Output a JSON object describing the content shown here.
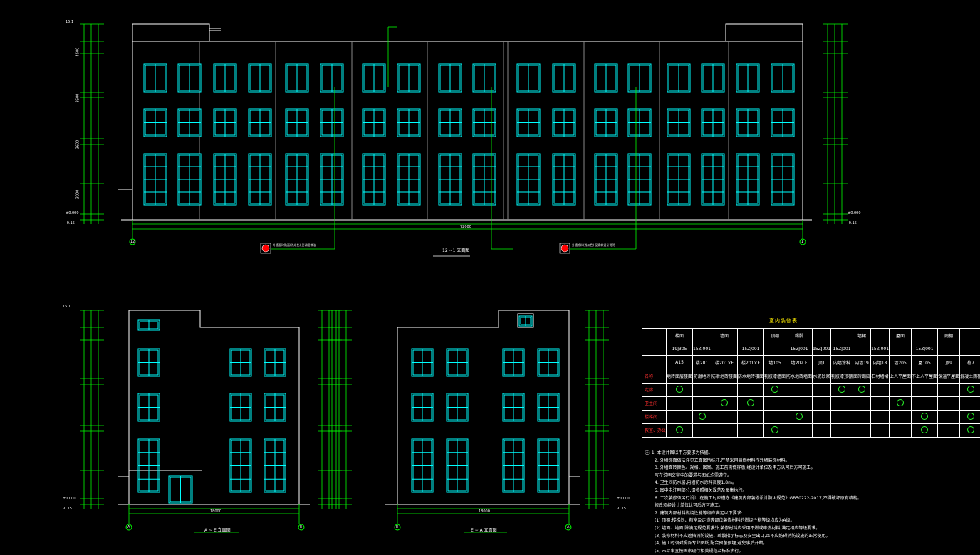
{
  "drawing": {
    "front_elevation_caption": "12 ~1 立面图",
    "axis_left_front": "12",
    "axis_right_front": "1",
    "side_left_caption": "A ~ E 立面图",
    "side_right_caption": "E ~ A 立面图",
    "side_left_axes": [
      "A",
      "E"
    ],
    "side_right_axes": [
      "E",
      "A"
    ],
    "side_left_width": "18000",
    "side_right_width": "18000",
    "front_width": "72000",
    "level_top": "15.1",
    "level_ground": "±0.000",
    "level_below": "-0.15",
    "level_dims": [
      "3000",
      "3600",
      "3600",
      "4500"
    ],
    "legend_lines": [
      "外墙面砖贴面(浅米色) 见详图做法",
      "外墙涂料(浅灰色) 见建筑设计说明"
    ]
  },
  "colors": {
    "background": "#000000",
    "building_outline": "#ffffff",
    "window": "#00ffff",
    "dimension": "#00ff00",
    "table_title": "#ffee00",
    "marker": "#ff0000"
  },
  "finish_table": {
    "title": "室内装修表",
    "header_row1": [
      "",
      "楼面",
      "",
      "墙面",
      "",
      "顶棚",
      "踢脚",
      "",
      "",
      "墙裙",
      "",
      "屋面",
      "",
      "雨棚"
    ],
    "header_row2": [
      "",
      "19J305",
      "15ZJ001",
      "",
      "15ZJ001",
      "",
      "15ZJ001",
      "15ZJ001",
      "15ZJ001",
      "",
      "15ZJ001",
      "",
      "15ZJ001",
      ""
    ],
    "header_row3": [
      "",
      "A15",
      "楼201",
      "楼201×F",
      "楼201×F",
      "墙105",
      "墙202 F",
      "顶1",
      "内墙涂料",
      "内墙19",
      "内墙18",
      "墙205",
      "屋105",
      "顶9",
      "檐7"
    ],
    "header_row4": [
      "名称",
      "地砖面层楼面",
      "防滑地砖",
      "防滑地砖楼面",
      "防水地砖楼面",
      "乳胶漆墙面",
      "防水地砖墙面",
      "水泥砂浆",
      "乳胶漆顶棚",
      "面砖踢脚",
      "石材墙裙",
      "上人平屋面",
      "不上人平屋面",
      "保温平屋面",
      "混凝土雨棚"
    ],
    "rows": [
      {
        "label": "走廊",
        "marks": [
          1,
          0,
          0,
          0,
          1,
          0,
          0,
          1,
          1,
          0,
          0,
          0,
          0,
          1,
          0
        ]
      },
      {
        "label": "卫生间",
        "marks": [
          0,
          0,
          1,
          1,
          0,
          0,
          0,
          0,
          0,
          0,
          1,
          0,
          0,
          0,
          1
        ]
      },
      {
        "label": "楼梯间",
        "marks": [
          0,
          1,
          0,
          0,
          0,
          1,
          0,
          0,
          0,
          0,
          0,
          1,
          0,
          1,
          1
        ]
      },
      {
        "label": "教室、办公",
        "marks": [
          1,
          0,
          0,
          0,
          1,
          0,
          0,
          0,
          0,
          0,
          0,
          1,
          0,
          1,
          1
        ]
      }
    ]
  },
  "notes": [
    "注: 1. 本设计图以甲方要求为依据。",
    "2. 外墙饰面做法详见立面图所标注,严禁采用易燃材料作外墙装饰材料。",
    "3. 外墙面砖颜色、规格、图案、施工前需做样板,经设计单位及甲方认可后方可施工。",
    "写在说明文字中的要求与图纸均需遵守。",
    "4. 卫生间防水层,内墙防水涂料高度1.8m。",
    "5. 图中未注明部分,请参照相关规范及图集执行。",
    "6. 二次装修须另行设计,在施工时应遵守《建筑内部装修设计防火规范》GB50222-2017,不得破坏原有结构。",
    "修改须经设计单位认可后方可施工。",
    "7. 建筑内部材料燃烧性能等级应满足以下要求:",
    "(1) 顶棚:楼梯间、前室及走道等部位装修材料的燃烧性能等级均应为A级。",
    "(2) 墙面、地面:除满足规范要求外,装修材料应采用不燃或难燃材料,满足相应等级要求。",
    "(3) 装修材料不应遮挡消防设施、疏散指示标志及安全出口,且不应妨碍消防设施的正常使用。",
    "(4) 施工时须对照各专业图纸,配合预留预埋,避免事后开凿。",
    "(5) 未尽事宜按国家现行相关规范及标准执行。"
  ]
}
